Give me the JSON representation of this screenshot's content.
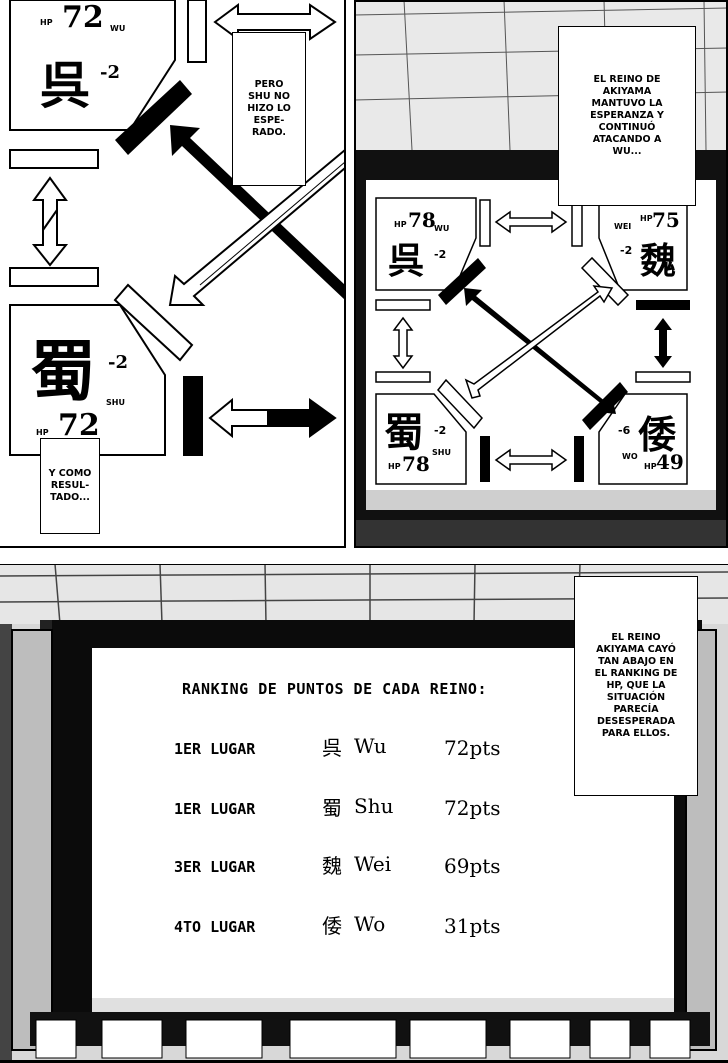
{
  "captions": {
    "shu_no_hizo": "PERO\nSHU NO\nHIZO LO\nESPE-\nRADO.",
    "y_como": "Y COMO\nRESUL-\nTADO...",
    "akiyama_mantuvo": "EL REINO DE\nAKIYAMA\nMANTUVO LA\nESPERANZA Y\nCONTINUÓ\nATACANDO A\nWU...",
    "akiyama_cayo": "EL REINO\nAKIYAMA CAYÓ\nTAN ABAJO EN\nEL RANKING DE\nHP, QUE LA\nSITUACIÓN\nPARECÍA\nDESESPERADA\nPARA ELLOS."
  },
  "left_diagram": {
    "wu": {
      "kanji": "呉",
      "hp_label": "HP",
      "hp": "72",
      "name": "WU",
      "delta": "-2"
    },
    "shu": {
      "kanji": "蜀",
      "hp_label": "HP",
      "hp": "72",
      "name": "SHU",
      "delta": "-2"
    }
  },
  "right_diagram": {
    "wu": {
      "kanji": "呉",
      "hp_label": "HP",
      "hp": "78",
      "name": "WU",
      "delta": "-2"
    },
    "wei": {
      "kanji": "魏",
      "hp_label": "HP",
      "hp": "75",
      "name": "WEI",
      "delta": "-2"
    },
    "shu": {
      "kanji": "蜀",
      "hp_label": "HP",
      "hp": "78",
      "name": "SHU",
      "delta": "-2"
    },
    "wo": {
      "kanji": "倭",
      "hp_label": "HP",
      "hp": "49",
      "name": "WO",
      "delta": "-6"
    }
  },
  "screen": {
    "title": "RANKING DE PUNTOS DE CADA REINO:",
    "rows": [
      {
        "place": "1ER LUGAR",
        "kanji": "呉",
        "name": "Wu",
        "pts": "72pts"
      },
      {
        "place": "1ER LUGAR",
        "kanji": "蜀",
        "name": "Shu",
        "pts": "72pts"
      },
      {
        "place": "3ER LUGAR",
        "kanji": "魏",
        "name": "Wei",
        "pts": "69pts"
      },
      {
        "place": "4TO LUGAR",
        "kanji": "倭",
        "name": "Wo",
        "pts": "31pts"
      }
    ]
  }
}
